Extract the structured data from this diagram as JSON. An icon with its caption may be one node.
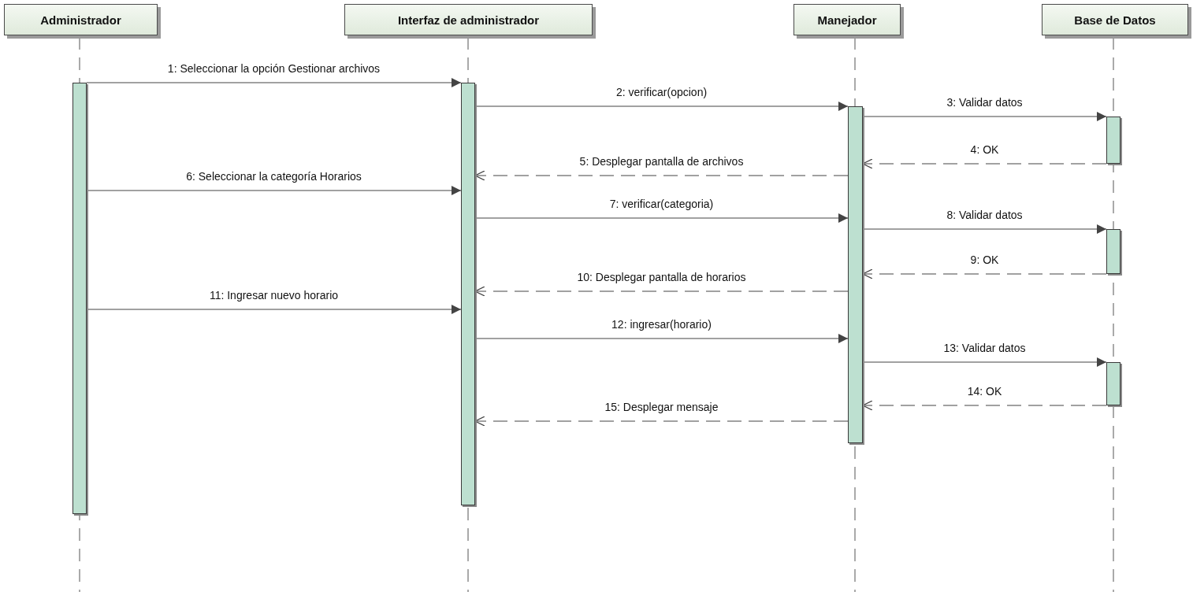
{
  "diagram": {
    "nodes": [
      {
        "text": [
          "Administrador"
        ]
      },
      {
        "text": [
          "Interfaz de administrador"
        ]
      },
      {
        "text": [
          "Manejador"
        ]
      },
      {
        "text": [
          "Base de Datos"
        ]
      },
      {
        "text": [],
        "shape": "bar"
      },
      {
        "text": [],
        "shape": "bar"
      },
      {
        "text": [],
        "shape": "bar"
      },
      {
        "text": [],
        "shape": "bar"
      },
      {
        "text": [],
        "shape": "bar"
      },
      {
        "text": [],
        "shape": "bar"
      }
    ],
    "edges": [
      {
        "from": 4,
        "to": 5,
        "arrow": "to",
        "label": "1: Seleccionar la opción Gestionar archivos"
      },
      {
        "from": 5,
        "to": 6,
        "arrow": "to",
        "label": "2: verificar(opcion)"
      },
      {
        "from": 6,
        "to": 7,
        "arrow": "to",
        "label": "3: Validar datos"
      },
      {
        "from": 7,
        "to": 6,
        "arrow": "to",
        "label": "4: OK",
        "style": "dashed"
      },
      {
        "from": 6,
        "to": 5,
        "arrow": "to",
        "label": "5: Desplegar pantalla de archivos",
        "style": "dashed"
      },
      {
        "from": 4,
        "to": 5,
        "arrow": "to",
        "label": "6: Seleccionar la categoría Horarios"
      },
      {
        "from": 5,
        "to": 6,
        "arrow": "to",
        "label": "7: verificar(categoria)"
      },
      {
        "from": 6,
        "to": 8,
        "arrow": "to",
        "label": "8: Validar datos"
      },
      {
        "from": 8,
        "to": 6,
        "arrow": "to",
        "label": "9: OK",
        "style": "dashed"
      },
      {
        "from": 6,
        "to": 5,
        "arrow": "to",
        "label": "10: Desplegar pantalla de horarios",
        "style": "dashed"
      },
      {
        "from": 4,
        "to": 5,
        "arrow": "to",
        "label": "11: Ingresar nuevo horario"
      },
      {
        "from": 5,
        "to": 6,
        "arrow": "to",
        "label": "12: ingresar(horario)"
      },
      {
        "from": 6,
        "to": 9,
        "arrow": "to",
        "label": "13: Validar datos"
      },
      {
        "from": 9,
        "to": 6,
        "arrow": "to",
        "label": "14: OK",
        "style": "dashed"
      },
      {
        "from": 6,
        "to": 5,
        "arrow": "to",
        "label": "15: Desplegar mensaje",
        "style": "dashed"
      }
    ]
  }
}
